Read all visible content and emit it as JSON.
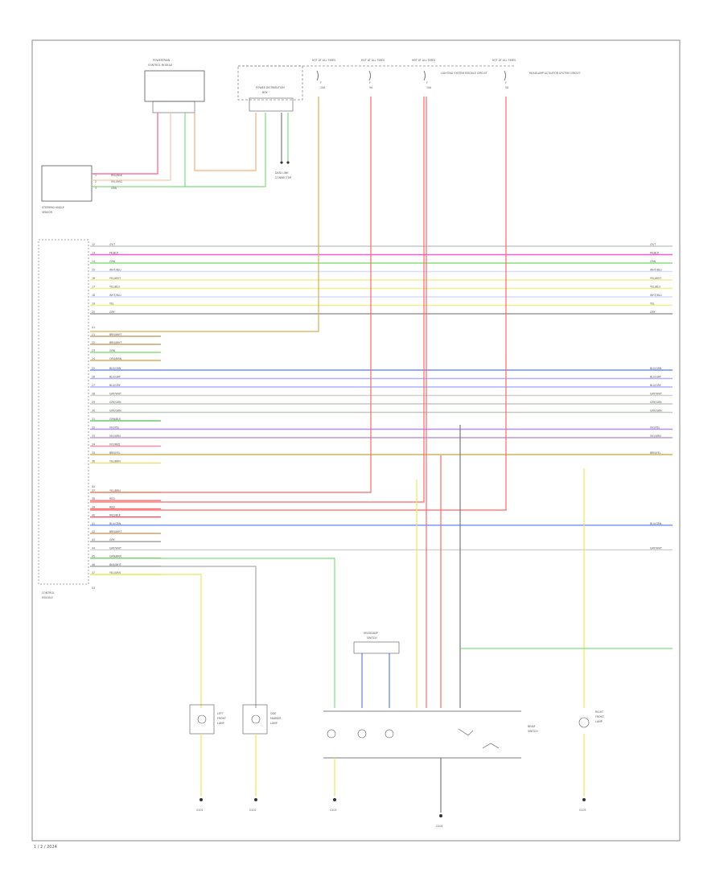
{
  "footer_code": "1 / 2 / 2024",
  "colors": {
    "frame": "#8a8a8a",
    "bus_line": "#bdbdbd",
    "component": "#555555",
    "ground": "#333333"
  },
  "power_sources": [
    {
      "id": "p1",
      "label": "HOT AT ALL TIMES",
      "fuse": "F",
      "amps": "10A"
    },
    {
      "id": "p2",
      "label": "HOT AT ALL TIMES",
      "fuse": "F",
      "amps": "5A"
    },
    {
      "id": "p3",
      "label": "HOT AT ALL TIMES",
      "fuse": "F",
      "amps": "10A"
    },
    {
      "id": "p4",
      "label": "HOT AT ALL TIMES",
      "fuse": "F",
      "amps": "5A"
    }
  ],
  "components": {
    "control_module": {
      "label1": "POWERTRAIN",
      "label2": "CONTROL MODULE"
    },
    "distribution": {
      "label1": "POWER DISTRIBUTION",
      "label2": "BOX"
    },
    "sensor": {
      "label1": "STEERING ANGLE",
      "label2": "SENSOR"
    },
    "main_module": {
      "label1": "CONTROL",
      "label2": "MODULE"
    },
    "switch_panel": {
      "label1": "HEADLAMP",
      "label2": "SWITCH"
    },
    "left_lamp": {
      "label1": "LEFT",
      "label2": "FRONT",
      "label3": "LAMP"
    },
    "mid_lamp": {
      "label1": "SIDE",
      "label2": "MARKER",
      "label3": "LAMP"
    },
    "right_lamp": {
      "label1": "RIGHT",
      "label2": "FRONT",
      "label3": "LAMP"
    },
    "right_panel": {
      "label1": "BEAM",
      "label2": "SWITCH"
    },
    "notes": [
      {
        "id": "n2",
        "text": "LIGHTING SYSTEM MODULE CIRCUIT"
      },
      {
        "id": "n4",
        "text": "HEADLAMP ACTUATOR SYSTEM CIRCUIT"
      }
    ],
    "data_link": {
      "label1": "DATA LINK",
      "label2": "CONNECTOR"
    }
  },
  "grounds": [
    {
      "id": "g1",
      "label": "G101"
    },
    {
      "id": "g2",
      "label": "G102"
    },
    {
      "id": "g3",
      "label": "G103"
    },
    {
      "id": "g4",
      "label": "G104"
    },
    {
      "id": "g5",
      "label": "G105"
    }
  ],
  "connector_labels": [
    "X1",
    "X2",
    "X3"
  ],
  "bus_rows": [
    {
      "pin": "12",
      "wire": "GY/T",
      "end": "GY/T"
    },
    {
      "pin": "13",
      "wire": "PK/BLK",
      "end": "PK/BLK"
    },
    {
      "pin": "14",
      "wire": "GRN",
      "end": "GRN"
    },
    {
      "pin": "15",
      "wire": "WHT/BLU",
      "end": "WHT/BLU"
    },
    {
      "pin": "16",
      "wire": "YEL/WHT",
      "end": "YEL/WHT"
    },
    {
      "pin": "17",
      "wire": "YEL/BLU",
      "end": "YEL/BLU"
    },
    {
      "pin": "18",
      "wire": "WHT/BLU",
      "end": "WHT/BLU"
    },
    {
      "pin": "19",
      "wire": "YEL",
      "end": "YEL"
    },
    {
      "pin": "20",
      "wire": "GRY",
      "end": "GRY"
    },
    {
      "pin": "21",
      "wire": "BRN/WHT",
      "end": ""
    },
    {
      "pin": "22",
      "wire": "BRN/WHT",
      "end": ""
    },
    {
      "pin": "23",
      "wire": "GRN",
      "end": ""
    },
    {
      "pin": "24",
      "wire": "ORG/BRN",
      "end": ""
    },
    {
      "pin": "25",
      "wire": "BLU/GRN",
      "end": "BLU/GRN"
    },
    {
      "pin": "26",
      "wire": "BLU/GRY",
      "end": "BLU/GRY"
    },
    {
      "pin": "27",
      "wire": "BLU/GRY",
      "end": "BLU/GRY"
    },
    {
      "pin": "28",
      "wire": "GRY/WHT",
      "end": "GRY/WHT"
    },
    {
      "pin": "29",
      "wire": "GRY/GRN",
      "end": "GRY/GRN"
    },
    {
      "pin": "30",
      "wire": "GRY/GRN",
      "end": "GRY/GRN"
    },
    {
      "pin": "31",
      "wire": "GRN/BLK",
      "end": ""
    },
    {
      "pin": "32",
      "wire": "VIO/YEL",
      "end": "VIO/YEL"
    },
    {
      "pin": "33",
      "wire": "VIO/GRN",
      "end": "VIO/GRN"
    },
    {
      "pin": "34",
      "wire": "VIO/RED",
      "end": ""
    },
    {
      "pin": "35",
      "wire": "BRN/YEL",
      "end": "BRN/YEL"
    },
    {
      "pin": "36",
      "wire": "YEL/BRN",
      "end": ""
    },
    {
      "pin": "37",
      "wire": "YEL/BRN",
      "end": ""
    },
    {
      "pin": "38",
      "wire": "RED",
      "end": ""
    },
    {
      "pin": "39",
      "wire": "RED",
      "end": ""
    },
    {
      "pin": "40",
      "wire": "RED/BLK",
      "end": ""
    },
    {
      "pin": "41",
      "wire": "BLU/GRN",
      "end": "BLU/GRN"
    },
    {
      "pin": "42",
      "wire": "BRN/WHT",
      "end": ""
    },
    {
      "pin": "43",
      "wire": "GRY",
      "end": ""
    },
    {
      "pin": "44",
      "wire": "GRY/WHT",
      "end": "GRY/WHT"
    },
    {
      "pin": "45",
      "wire": "GRN/BRN",
      "end": ""
    },
    {
      "pin": "46",
      "wire": "BLK/WHT",
      "end": ""
    },
    {
      "pin": "47",
      "wire": "YEL/GRN",
      "end": ""
    }
  ],
  "module_pins": [
    "1",
    "2",
    "3"
  ],
  "module_wires": [
    "RED/BLK",
    "YEL/ORG",
    "GRN"
  ]
}
